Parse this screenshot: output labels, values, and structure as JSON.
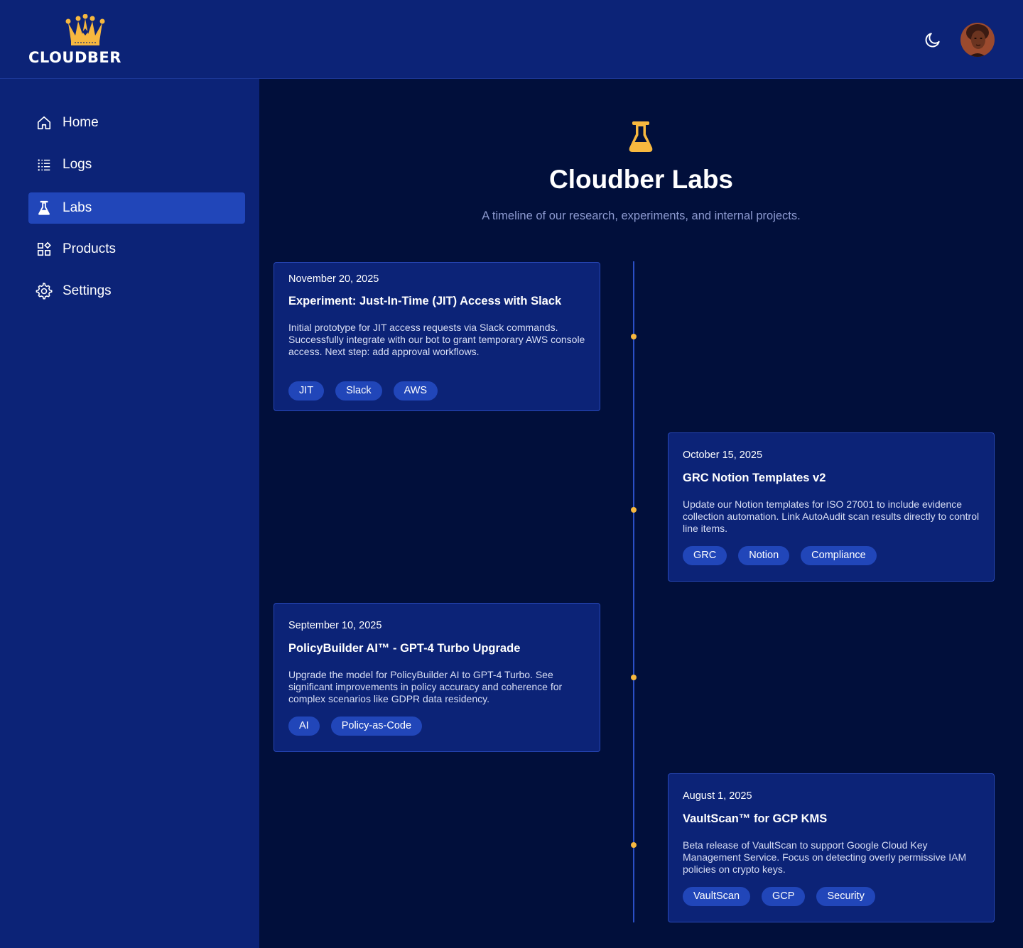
{
  "brand": {
    "name": "CLOUDBER",
    "accent_color": "#f7b83f",
    "header_color": "#0c2377",
    "background_color": "#010f3b",
    "crown_icon": "crown-icon"
  },
  "header": {
    "theme_toggle_icon": "moon-icon",
    "avatar_icon": "user-avatar"
  },
  "sidebar": {
    "items": [
      {
        "label": "Home",
        "icon": "home-icon",
        "active": false
      },
      {
        "label": "Logs",
        "icon": "list-icon",
        "active": false
      },
      {
        "label": "Labs",
        "icon": "flask-icon",
        "active": true
      },
      {
        "label": "Products",
        "icon": "grid-icon",
        "active": false
      },
      {
        "label": "Settings",
        "icon": "gear-icon",
        "active": false
      }
    ]
  },
  "page": {
    "icon": "flask-icon",
    "title": "Cloudber Labs",
    "subtitle": "A timeline of our research, experiments, and internal projects."
  },
  "timeline": [
    {
      "date": "November 20, 2025",
      "title": "Experiment: Just-In-Time (JIT) Access with Slack",
      "description": "Initial prototype for JIT access requests via Slack commands. Successfully integrate with our bot to grant temporary AWS console access. Next step: add approval workflows.",
      "tags": [
        "JIT",
        "Slack",
        "AWS"
      ],
      "side": "left"
    },
    {
      "date": "October 15, 2025",
      "title": "GRC Notion Templates v2",
      "description": "Update our Notion templates for ISO 27001 to include evidence collection automation. Link AutoAudit scan results directly to control line items.",
      "tags": [
        "GRC",
        "Notion",
        "Compliance"
      ],
      "side": "right"
    },
    {
      "date": "September 10, 2025",
      "title": "PolicyBuilder AI™ - GPT-4 Turbo Upgrade",
      "description": "Upgrade the model for PolicyBuilder AI to GPT-4 Turbo. See significant improvements in policy accuracy and coherence for complex scenarios like GDPR data residency.",
      "tags": [
        "AI",
        "Policy-as-Code"
      ],
      "side": "left"
    },
    {
      "date": "August 1, 2025",
      "title": "VaultScan™ for GCP KMS",
      "description": "Beta release of VaultScan to support Google Cloud Key Management Service. Focus on detecting overly permissive IAM policies on crypto keys.",
      "tags": [
        "VaultScan",
        "GCP",
        "Security"
      ],
      "side": "right"
    }
  ]
}
